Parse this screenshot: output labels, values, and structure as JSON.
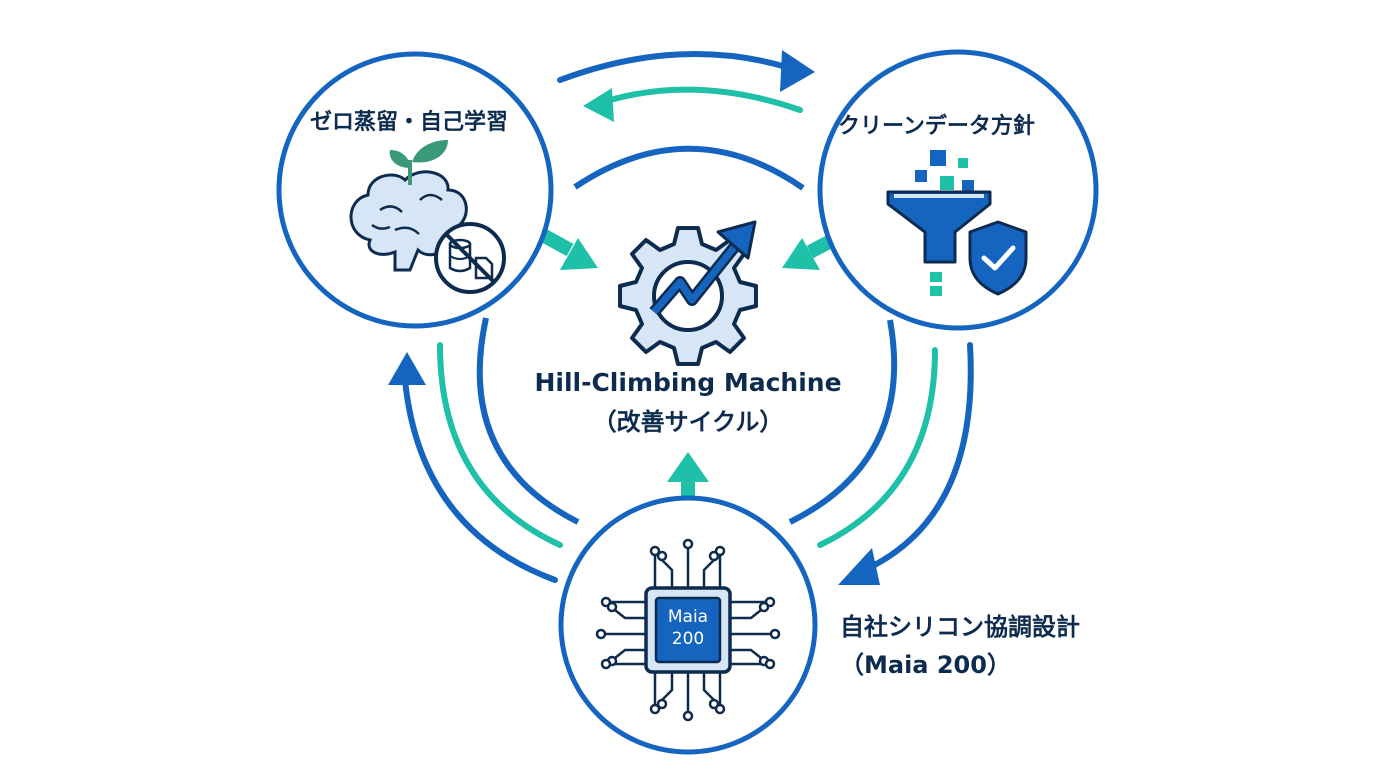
{
  "nodes": {
    "top_left": {
      "title": "ゼロ蒸留・自己学習"
    },
    "top_right": {
      "title": "クリーンデータ方針"
    },
    "bottom": {
      "label_line1": "自社シリコン協調設計",
      "label_line2": "（Maia 200）",
      "chip_line1": "Maia",
      "chip_line2": "200"
    }
  },
  "center": {
    "title": "Hill-Climbing Machine",
    "subtitle": "（改善サイクル）"
  },
  "colors": {
    "blue": "#1565c0",
    "navy": "#0d2b4e",
    "teal": "#1fc0a8",
    "light_blue": "#d6e6f7",
    "green": "#3a9a78"
  },
  "icons": [
    "sprout-brain-icon",
    "no-data-icon",
    "gear-growth-icon",
    "funnel-data-icon",
    "shield-check-icon",
    "chip-icon"
  ]
}
